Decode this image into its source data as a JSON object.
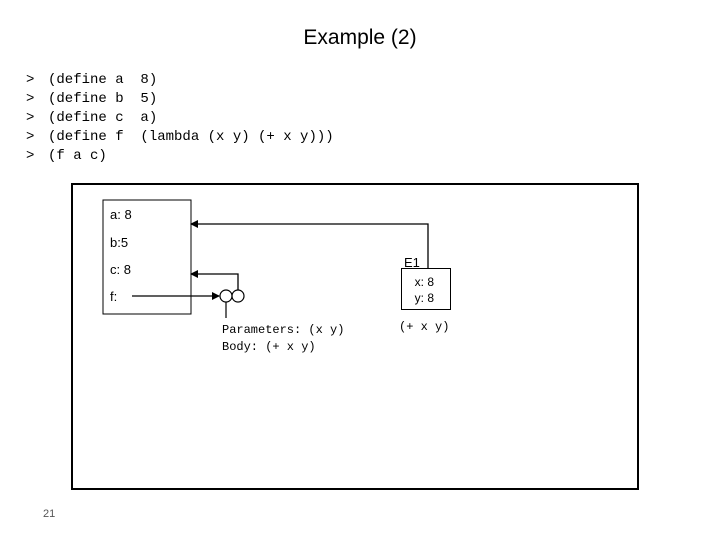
{
  "slide": {
    "title": "Example (2)",
    "page_number": "21"
  },
  "code": [
    {
      "prompt": ">",
      "text": "(define a  8)"
    },
    {
      "prompt": ">",
      "text": "(define b  5)"
    },
    {
      "prompt": ">",
      "text": "(define c  a)"
    },
    {
      "prompt": ">",
      "text": "(define f  (lambda (x y) (+ x y)))"
    },
    {
      "prompt": ">",
      "text": "(f a c)"
    }
  ],
  "global_env": {
    "a": "a: 8",
    "b": "b:5",
    "c": "c: 8",
    "f": "f:"
  },
  "e1": {
    "label": "E1",
    "x": "x: 8",
    "y": "y: 8",
    "body": "(+ x y)"
  },
  "procedure": {
    "parameters": "Parameters: (x y)",
    "body": "Body: (+ x y)"
  }
}
